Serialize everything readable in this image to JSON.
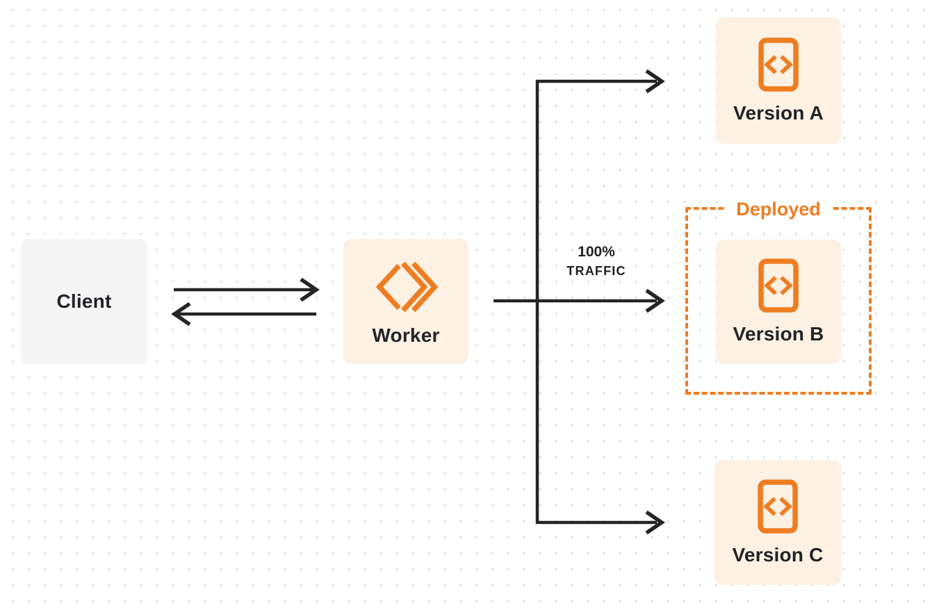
{
  "canvas": {
    "background": "#ffffff",
    "dot_color": "#e4e4e4"
  },
  "colors": {
    "accent_orange": "#ee7d22",
    "box_cream": "#fcf1e2",
    "box_gray": "#f5f5f6",
    "ink": "#242427"
  },
  "nodes": {
    "client": {
      "label": "Client"
    },
    "worker": {
      "label": "Worker",
      "icon": "workers-logo-icon"
    },
    "version_a": {
      "label": "Version A",
      "icon": "code-file-icon"
    },
    "version_b": {
      "label": "Version B",
      "icon": "code-file-icon"
    },
    "version_c": {
      "label": "Version C",
      "icon": "code-file-icon"
    }
  },
  "annotations": {
    "deployed_label": "Deployed",
    "traffic_line1": "100%",
    "traffic_line2": "TRAFFIC"
  },
  "edges": [
    {
      "name": "client-to-worker",
      "from": "client",
      "to": "worker",
      "direction": "right"
    },
    {
      "name": "worker-to-client",
      "from": "worker",
      "to": "client",
      "direction": "left"
    },
    {
      "name": "worker-to-version-a",
      "from": "worker",
      "to": "version_a"
    },
    {
      "name": "worker-to-version-b",
      "from": "worker",
      "to": "version_b",
      "label": "100% TRAFFIC"
    },
    {
      "name": "worker-to-version-c",
      "from": "worker",
      "to": "version_c"
    }
  ]
}
